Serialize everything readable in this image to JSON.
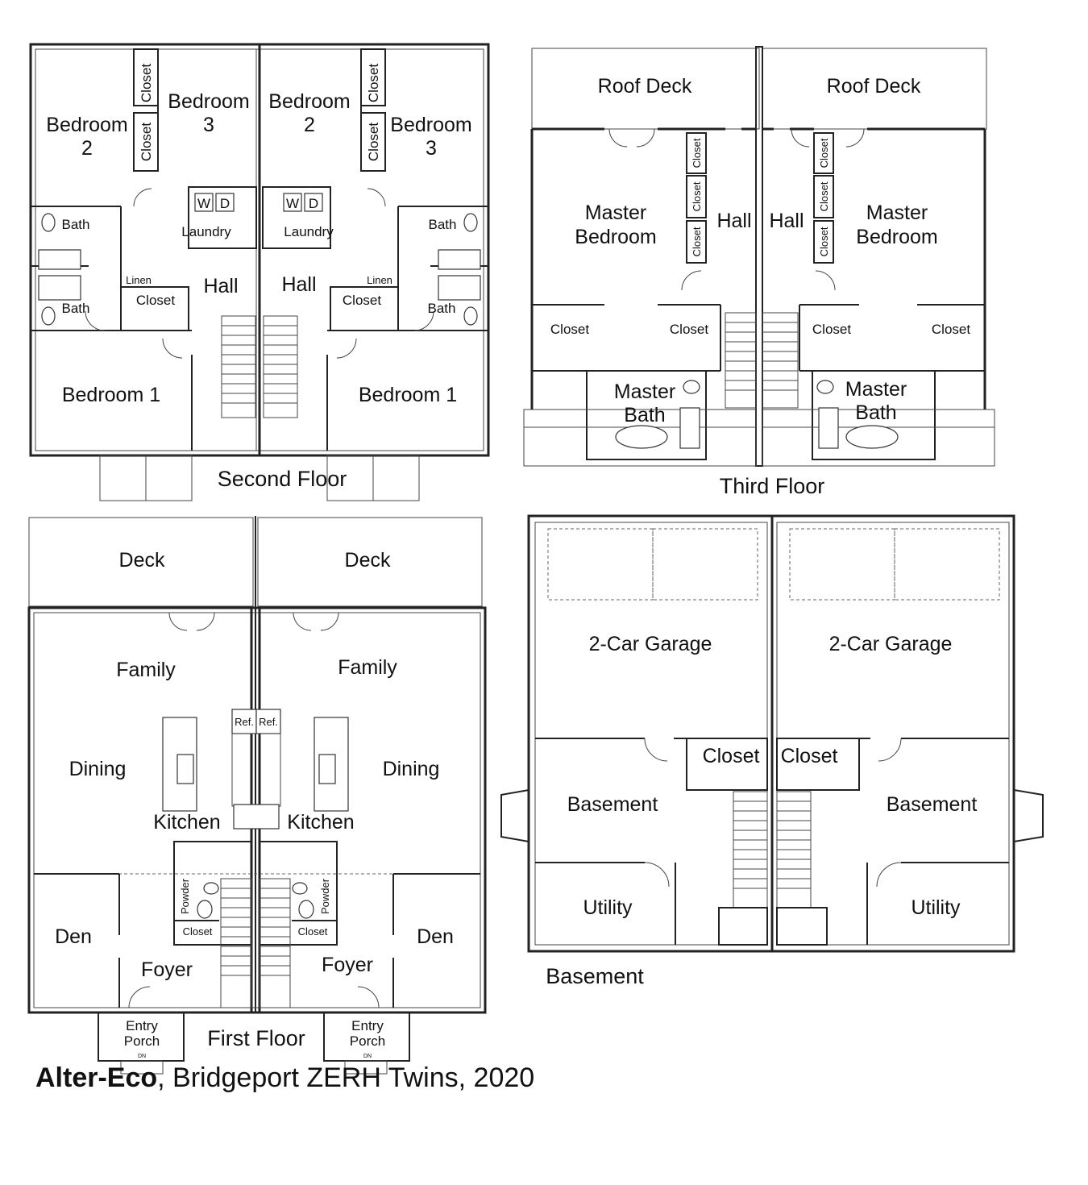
{
  "caption": {
    "brand": "Alter-Eco",
    "rest": ", Bridgeport ZERH Twins, 2020"
  },
  "second_floor": {
    "title": "Second Floor",
    "bedroom2": [
      "Bedroom",
      "2"
    ],
    "bedroom3": [
      "Bedroom",
      "3"
    ],
    "bedroom1": "Bedroom 1",
    "closet": "Closet",
    "bath": "Bath",
    "laundry": "Laundry",
    "washer": "W",
    "dryer": "D",
    "linen": "Linen",
    "hall": "Hall"
  },
  "third_floor": {
    "title": "Third Floor",
    "roof_deck": "Roof Deck",
    "master_bedroom": [
      "Master",
      "Bedroom"
    ],
    "hall": "Hall",
    "closet": "Closet",
    "master_bath": [
      "Master",
      "Bath"
    ]
  },
  "first_floor": {
    "title": "First Floor",
    "deck": "Deck",
    "family": "Family",
    "dining": "Dining",
    "kitchen": "Kitchen",
    "den": "Den",
    "foyer": "Foyer",
    "powder": "Powder",
    "closet": "Closet",
    "entry_porch": [
      "Entry",
      "Porch"
    ],
    "ref": "Ref.",
    "dn": "DN"
  },
  "basement": {
    "title": "Basement",
    "garage": "2-Car Garage",
    "closet": "Closet",
    "basement": "Basement",
    "utility": "Utility"
  }
}
